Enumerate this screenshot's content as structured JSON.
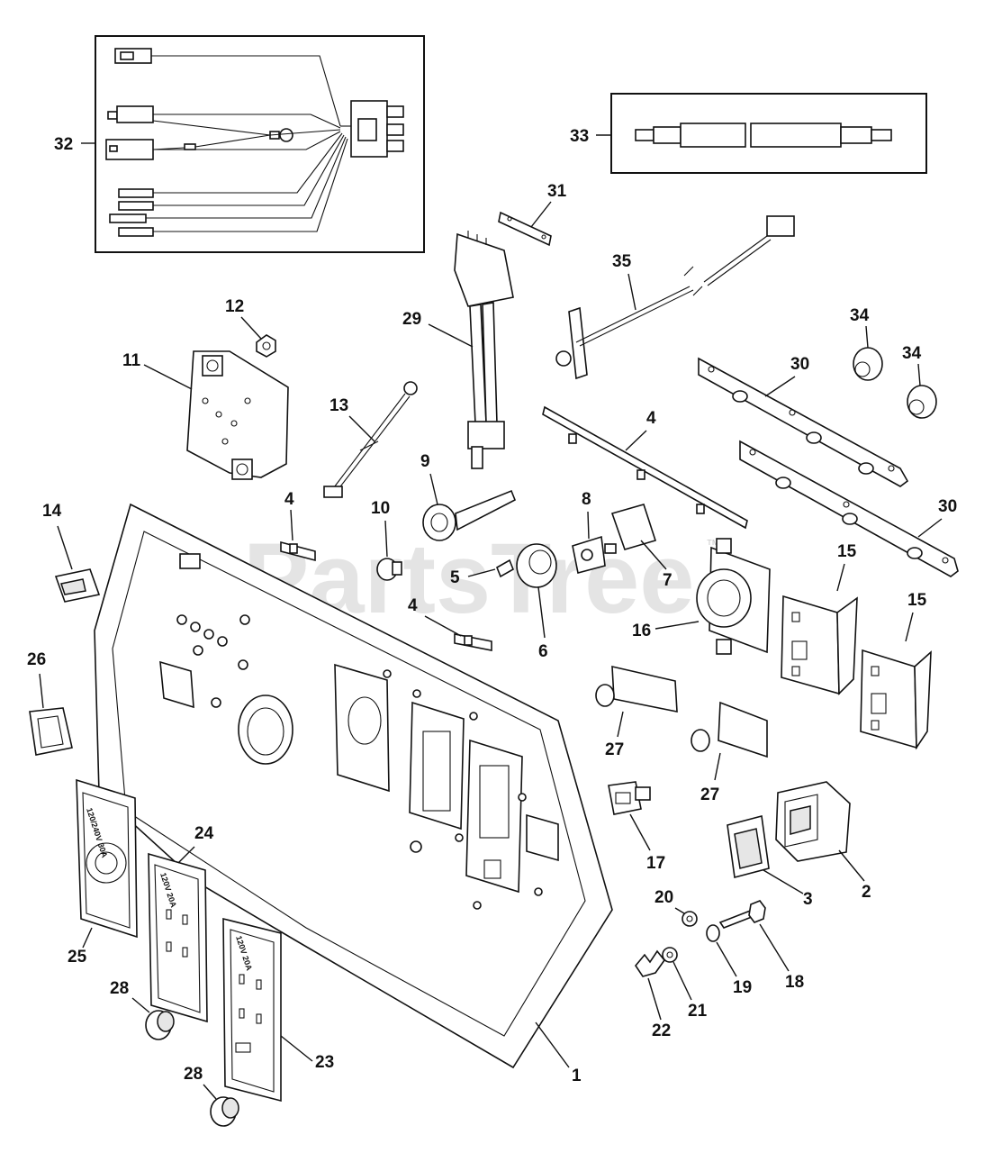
{
  "watermark": {
    "text": "PartsTree",
    "trademark": "™"
  },
  "receptacle_labels": {
    "r25": "120/240V 30A",
    "r24": "120V 20A",
    "r23": "120V 20A"
  },
  "callouts": {
    "c1": "1",
    "c2": "2",
    "c3": "3",
    "c4a": "4",
    "c4b": "4",
    "c4c": "4",
    "c5": "5",
    "c6": "6",
    "c7": "7",
    "c8": "8",
    "c9": "9",
    "c10": "10",
    "c11": "11",
    "c12": "12",
    "c13": "13",
    "c14": "14",
    "c15a": "15",
    "c15b": "15",
    "c16": "16",
    "c17": "17",
    "c18": "18",
    "c19": "19",
    "c20": "20",
    "c21": "21",
    "c22": "22",
    "c23": "23",
    "c24": "24",
    "c25": "25",
    "c26": "26",
    "c27a": "27",
    "c27b": "27",
    "c28a": "28",
    "c28b": "28",
    "c29": "29",
    "c30a": "30",
    "c30b": "30",
    "c31": "31",
    "c32": "32",
    "c33": "33",
    "c34a": "34",
    "c34b": "34",
    "c35": "35"
  }
}
